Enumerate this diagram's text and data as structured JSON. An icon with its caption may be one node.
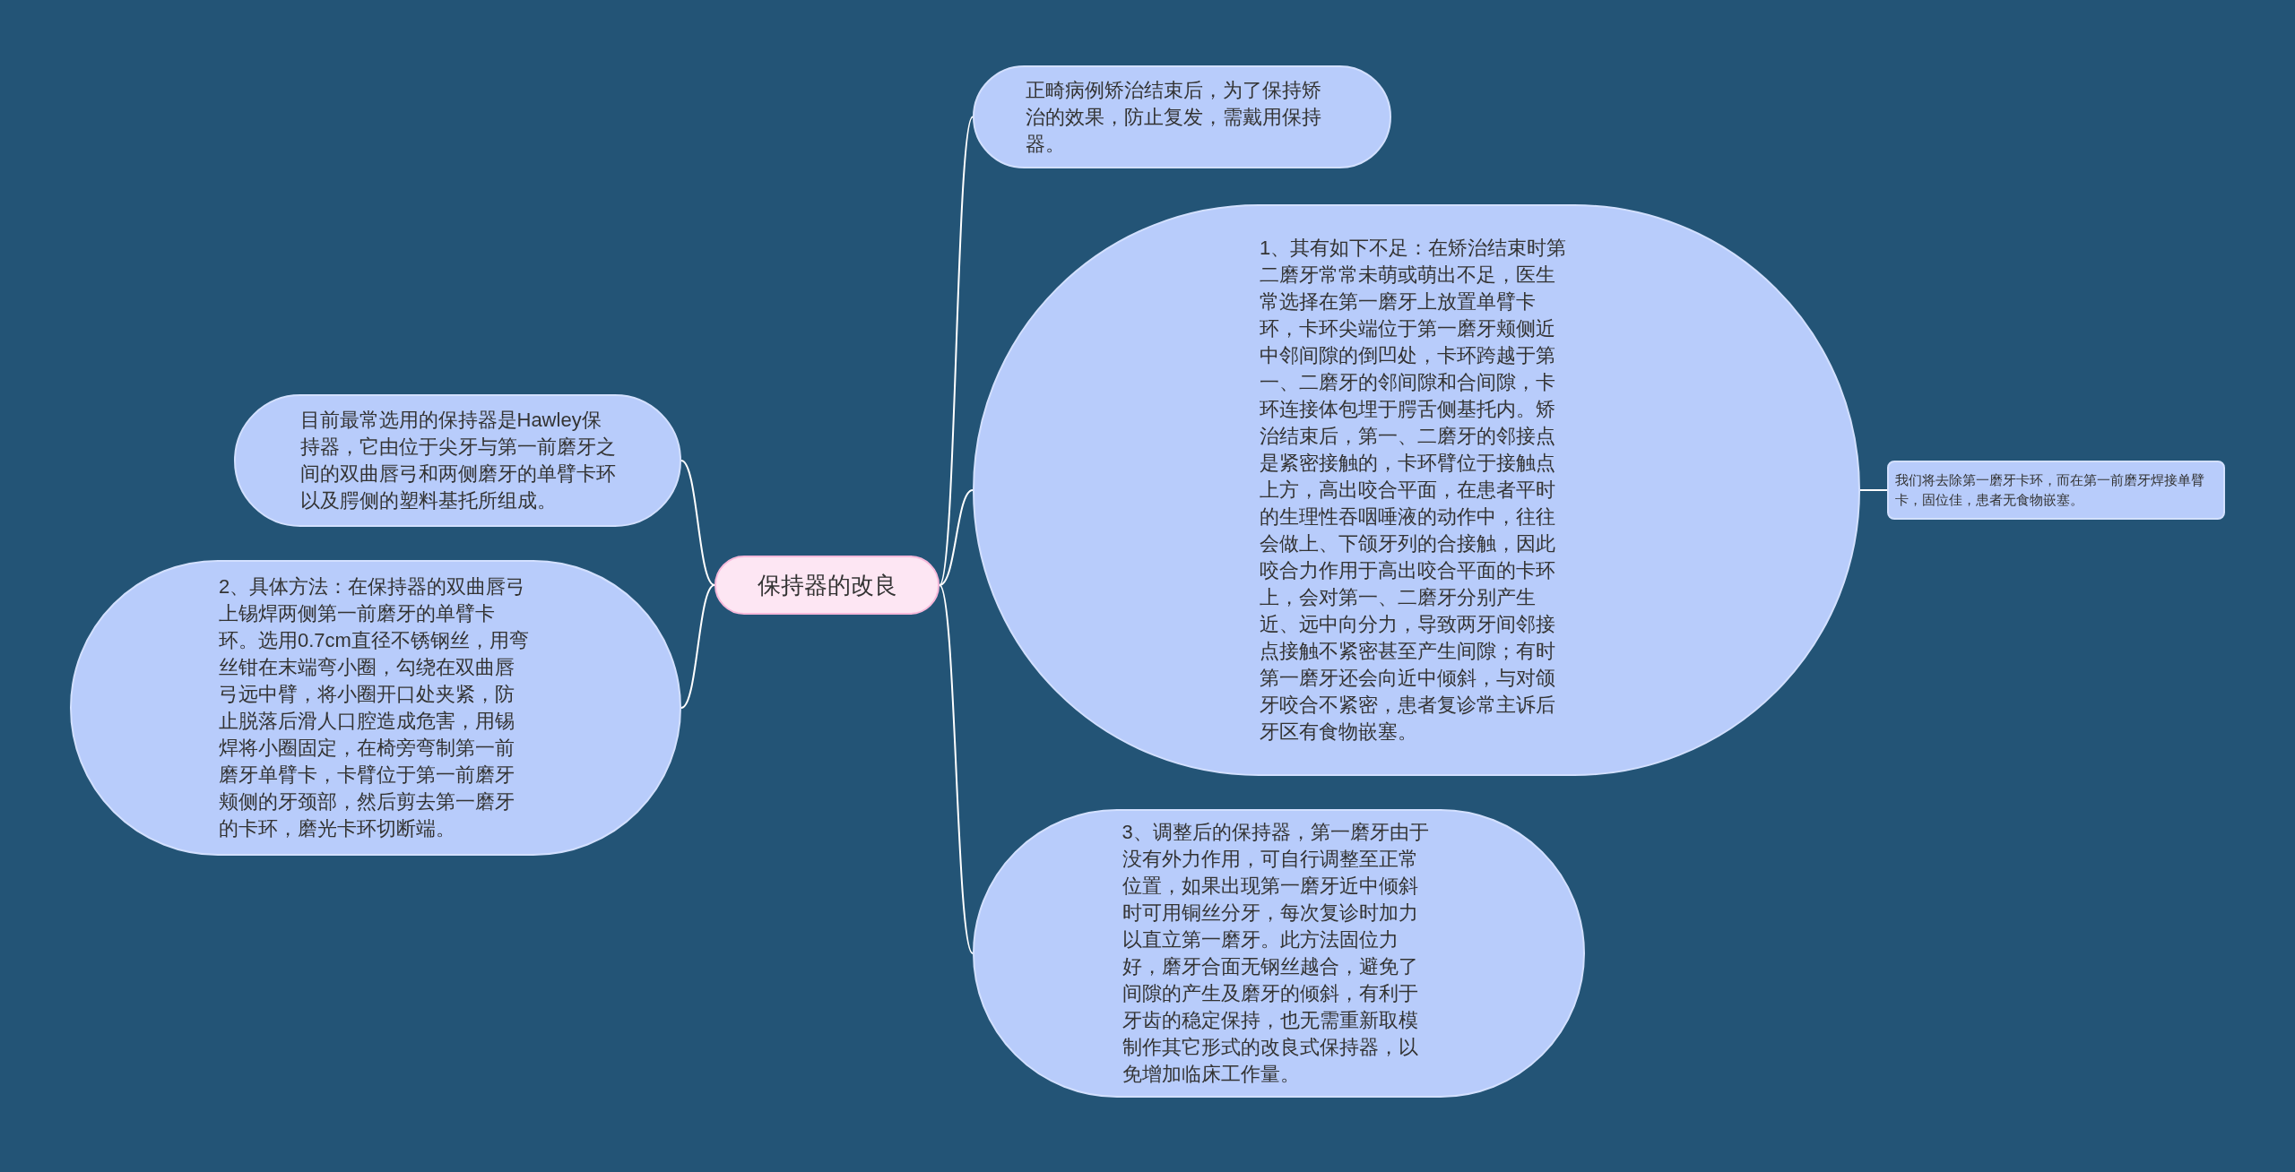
{
  "diagram": {
    "nodes": [
      {
        "text": [
          "保持器的改良"
        ]
      },
      {
        "text": [
          "正畸病例矫治结束后，为了保持矫治的效果，防止复发，需戴用保持器。"
        ]
      },
      {
        "text": [
          "目前最常选用的保持器是Hawley保持器，它由位于尖牙与第一前磨牙之间的双曲唇弓和两侧磨牙的单臂卡环以及腭侧的塑料基托所组成。"
        ]
      },
      {
        "text": [
          "1、其有如下不足：在矫治结束时第二磨牙常常未萌或萌出不足，医生常选择在第一磨牙上放置单臂卡环，卡环尖端位于第一磨牙颊侧近中邻间隙的倒凹处，卡环跨越于第一、二磨牙的邻间隙和合间隙，卡环连接体包埋于腭舌侧基托内。矫治结束后，第一、二磨牙的邻接点是紧密接触的，卡环臂位于接触点上方，高出咬合平面，在患者平时的生理性吞咽唾液的动作中，往往会做上、下颌牙列的合接触，因此咬合力作用于高出咬合平面的卡环上，会对第一、二磨牙分别产生近、远中向分力，导致两牙间邻接点接触不紧密甚至产生间隙；有时第一磨牙还会向近中倾斜，与对颌牙咬合不紧密，患者复诊常主诉后牙区有食物嵌塞。"
        ]
      },
      {
        "text": [
          "我们将去除第一磨牙卡环，而在第一前磨牙焊接单臂卡，固位佳，患者无食物嵌塞。"
        ]
      },
      {
        "text": [
          "2、具体方法：在保持器的双曲唇弓上锡焊两侧第一前磨牙的单臂卡环。选用0.7cm直径不锈钢丝，用弯丝钳在末端弯小圈，勾绕在双曲唇弓远中臂，将小圈开口处夹紧，防止脱落后滑人口腔造成危害，用锡焊将小圈固定，在椅旁弯制第一前磨牙单臂卡，卡臂位于第一前磨牙颊侧的牙颈部，然后剪去第一磨牙的卡环，磨光卡环切断端。"
        ]
      },
      {
        "text": [
          "3、调整后的保持器，第一磨牙由于没有外力作用，可自行调整至正常位置，如果出现第一磨牙近中倾斜时可用铜丝分牙，每次复诊时加力以直立第一磨牙。此方法固位力好，磨牙合面无钢丝越合，避免了间隙的产生及磨牙的倾斜，有利于牙齿的稳定保持，也无需重新取模制作其它形式的改良式保持器，以免增加临床工作量。"
        ]
      }
    ],
    "edges": [
      {
        "from": 0,
        "to": 1,
        "arrow": "none"
      },
      {
        "from": 0,
        "to": 2,
        "arrow": "none"
      },
      {
        "from": 0,
        "to": 3,
        "arrow": "none"
      },
      {
        "from": 3,
        "to": 4,
        "arrow": "none"
      },
      {
        "from": 0,
        "to": 5,
        "arrow": "none"
      },
      {
        "from": 0,
        "to": 6,
        "arrow": "none"
      }
    ]
  }
}
